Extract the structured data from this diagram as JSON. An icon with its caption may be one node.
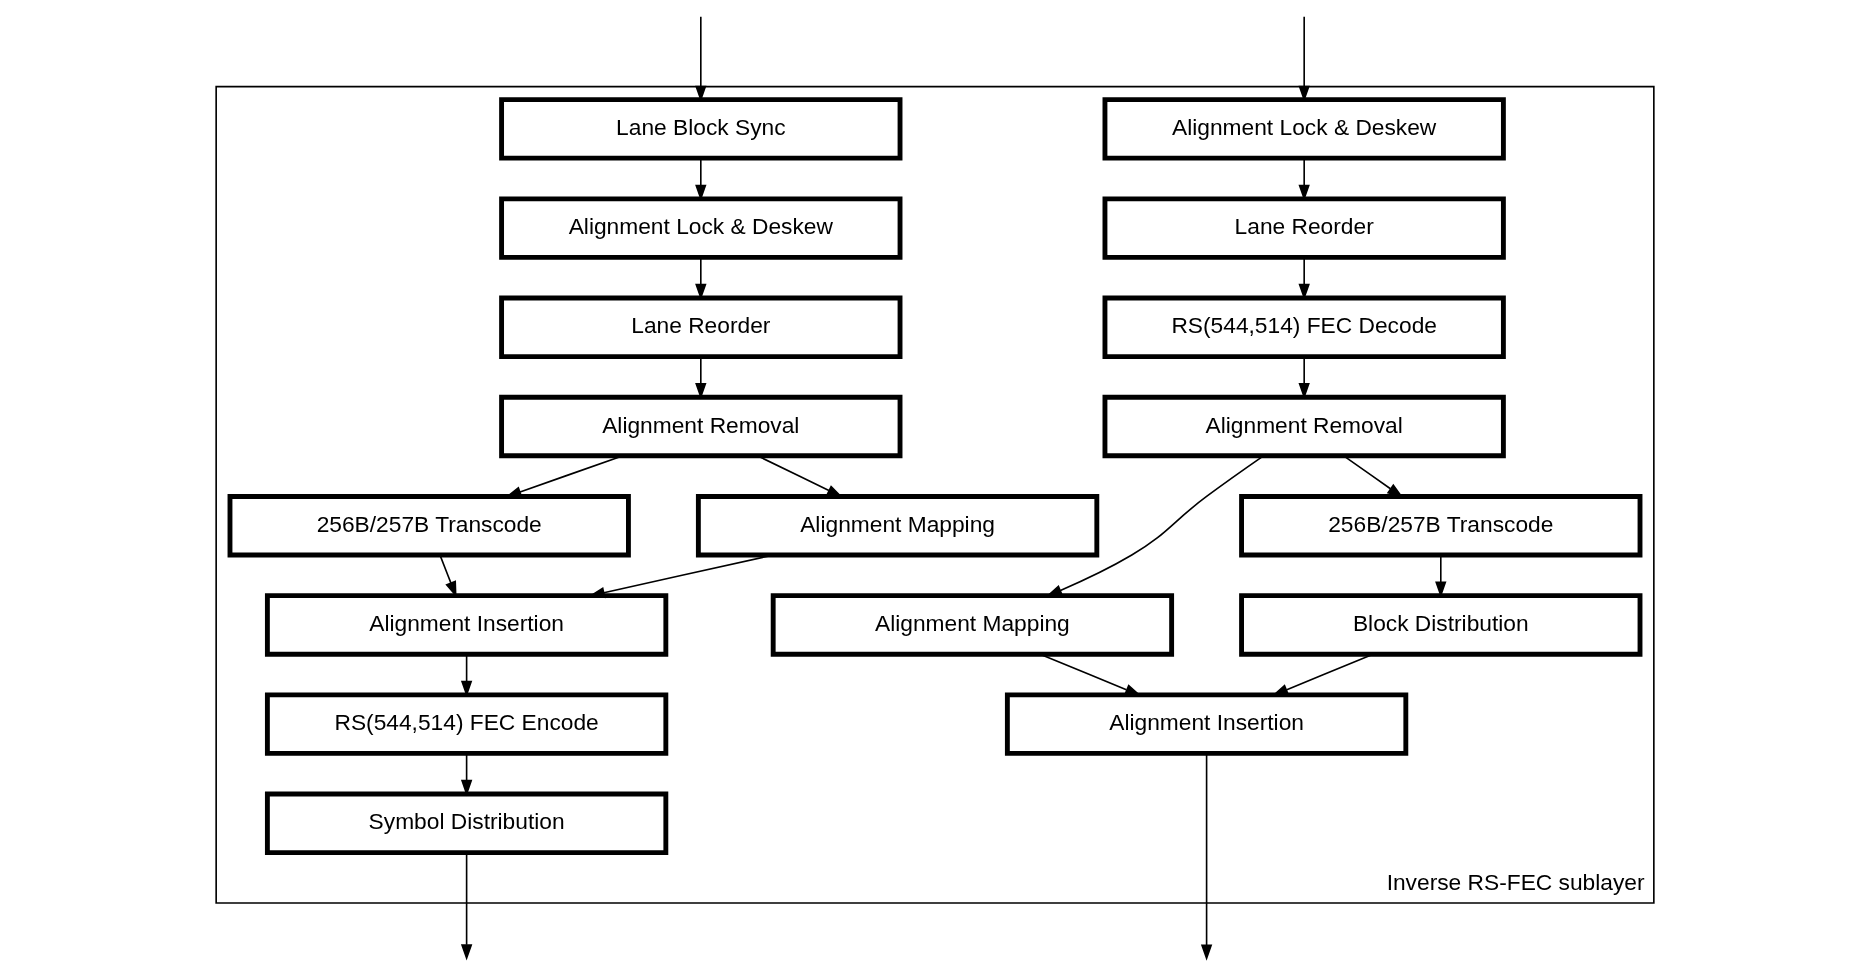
{
  "diagram": {
    "nodes": [
      {
        "text": [
          "Inverse RS-FEC sublayer"
        ]
      },
      {
        "text": [
          "Alignment Lock & Deskew"
        ],
        "in": 0
      },
      {
        "text": [
          "Lane Reorder"
        ],
        "in": 0
      },
      {
        "text": [
          "RS(544,514) FEC Decode"
        ],
        "in": 0
      },
      {
        "text": [
          "Alignment Removal"
        ],
        "in": 0
      },
      {
        "text": [
          "256B/257B Transcode"
        ],
        "in": 0
      },
      {
        "text": [
          "Block Distribution"
        ],
        "in": 0
      },
      {
        "text": [
          "Alignment Insertion"
        ],
        "in": 0
      },
      {
        "text": [
          "Alignment Mapping"
        ],
        "in": 0
      },
      {
        "text": [
          "Symbol Distribution"
        ],
        "in": 0
      },
      {
        "text": [
          "RS(544,514) FEC Encode"
        ],
        "in": 0
      },
      {
        "text": [
          "Alignment Insertion"
        ],
        "in": 0
      },
      {
        "text": [
          "256B/257B Transcode"
        ],
        "in": 0
      },
      {
        "text": [
          "Alignment Removal"
        ],
        "in": 0
      },
      {
        "text": [
          "Lane Reorder"
        ],
        "in": 0
      },
      {
        "text": [
          "Alignment Lock & Deskew"
        ],
        "in": 0
      },
      {
        "text": [
          "Lane Block Sync"
        ],
        "in": 0
      },
      {
        "text": [
          "Alignment Mapping"
        ],
        "in": 0
      }
    ],
    "edges": [
      {
        "from": null,
        "to": 1,
        "arrow": "to"
      },
      {
        "from": 1,
        "to": 2,
        "arrow": "to"
      },
      {
        "from": 2,
        "to": 3,
        "arrow": "to"
      },
      {
        "from": 3,
        "to": 4,
        "arrow": "to"
      },
      {
        "from": 4,
        "to": 5,
        "arrow": "to"
      },
      {
        "from": 5,
        "to": 6,
        "arrow": "to"
      },
      {
        "from": 6,
        "to": 7,
        "arrow": "to"
      },
      {
        "from": 4,
        "to": 8,
        "arrow": "to"
      },
      {
        "from": 8,
        "to": 7,
        "arrow": "to"
      },
      {
        "from": 7,
        "to": null,
        "arrow": "to"
      },
      {
        "from": null,
        "to": 16,
        "arrow": "to"
      },
      {
        "from": 16,
        "to": 15,
        "arrow": "to"
      },
      {
        "from": 15,
        "to": 14,
        "arrow": "to"
      },
      {
        "from": 14,
        "to": 13,
        "arrow": "to"
      },
      {
        "from": 13,
        "to": 12,
        "arrow": "to"
      },
      {
        "from": 12,
        "to": 11,
        "arrow": "to"
      },
      {
        "from": 11,
        "to": 10,
        "arrow": "to"
      },
      {
        "from": 10,
        "to": 9,
        "arrow": "to"
      },
      {
        "from": 9,
        "to": null,
        "arrow": "to"
      },
      {
        "from": 13,
        "to": 17,
        "arrow": "to"
      },
      {
        "from": 17,
        "to": 11,
        "arrow": "to"
      }
    ]
  }
}
